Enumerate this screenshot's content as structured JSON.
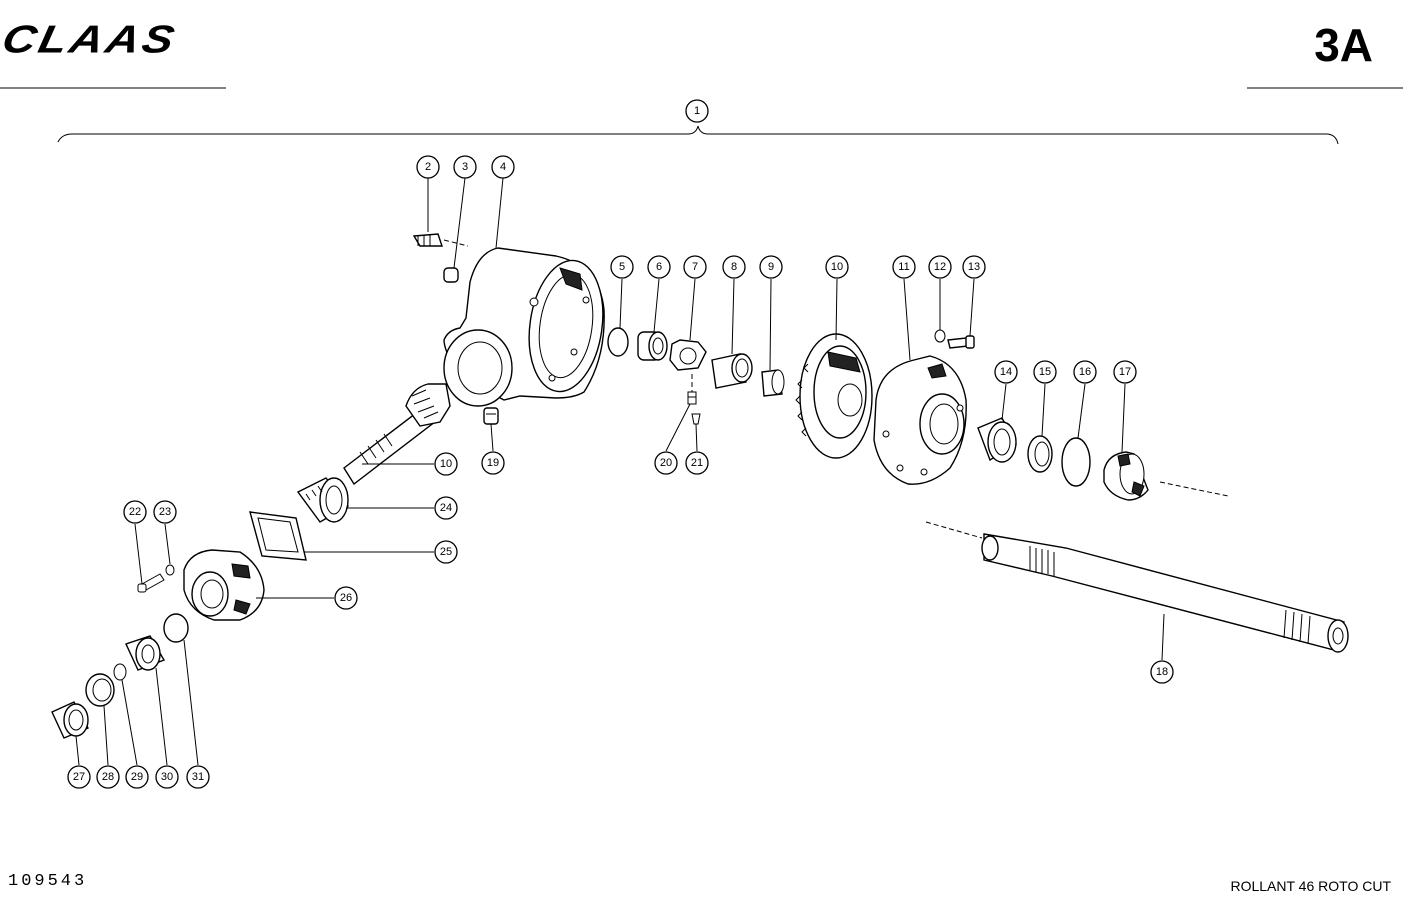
{
  "header": {
    "brand": "CLAAS",
    "page_code": "3A"
  },
  "footer": {
    "document_number": "109543",
    "model": "ROLLANT 46 ROTO CUT"
  },
  "callouts": {
    "c1": "1",
    "c2": "2",
    "c3": "3",
    "c4": "4",
    "c5": "5",
    "c6": "6",
    "c7": "7",
    "c8": "8",
    "c9": "9",
    "c10a": "10",
    "c10b": "10",
    "c11": "11",
    "c12": "12",
    "c13": "13",
    "c14": "14",
    "c15": "15",
    "c16": "16",
    "c17": "17",
    "c18": "18",
    "c19": "19",
    "c20": "20",
    "c21": "21",
    "c22": "22",
    "c23": "23",
    "c24": "24",
    "c25": "25",
    "c26": "26",
    "c27": "27",
    "c28": "28",
    "c29": "29",
    "c30": "30",
    "c31": "31"
  }
}
